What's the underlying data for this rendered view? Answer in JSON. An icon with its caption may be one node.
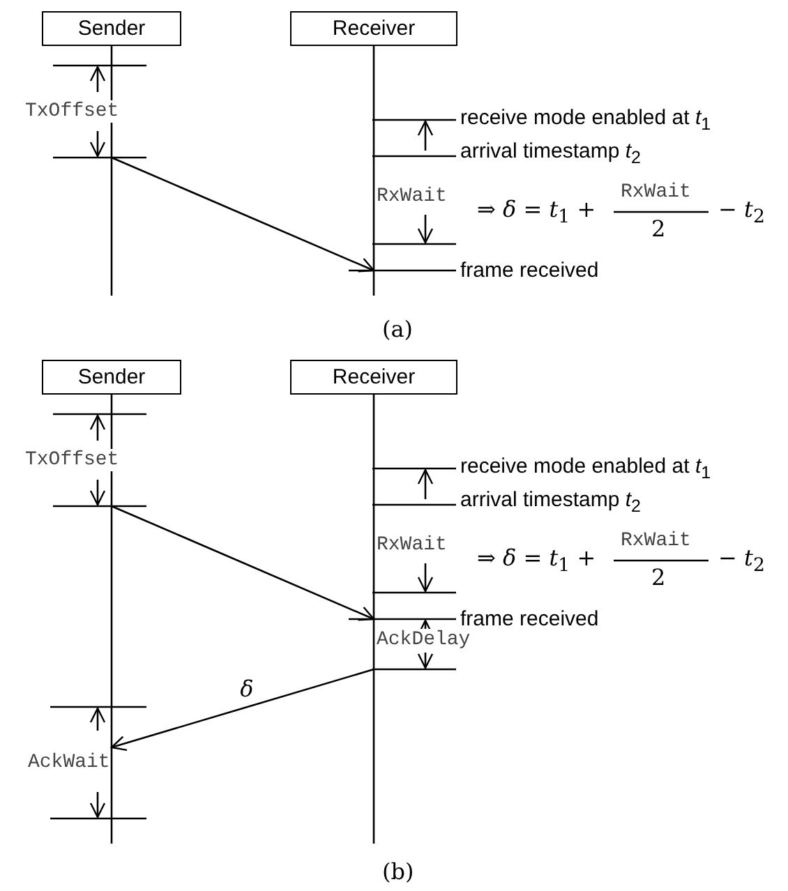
{
  "diagram": {
    "nodes": [
      {
        "text": [
          "Sender"
        ]
      },
      {
        "text": [
          "Receiver"
        ]
      },
      {
        "text": [
          "Sender"
        ]
      },
      {
        "text": [
          "Receiver"
        ]
      }
    ],
    "edges": [
      {
        "from": 0,
        "to": 1,
        "arrow": "to"
      },
      {
        "from": 2,
        "to": 3,
        "arrow": "to"
      },
      {
        "from": 3,
        "to": 2,
        "arrow": "to",
        "label": "δ"
      }
    ],
    "labels": [
      "TxOffset",
      "receive mode enabled at *t*$_{1}$",
      "arrival timestamp *t*$_{2}$",
      "RxWait",
      "⇒ *δ* = *t*$_{1}$ +",
      "RxWait",
      "2",
      "− *t*$_{2}$",
      "frame received",
      "(a)",
      "TxOffset",
      "receive mode enabled at *t*$_{1}$",
      "arrival timestamp *t*$_{2}$",
      "RxWait",
      "⇒ *δ* = *t*$_{1}$ +",
      "RxWait",
      "2",
      "− *t*$_{2}$",
      "frame received",
      "AckDelay",
      "AckWait",
      "(b)"
    ]
  }
}
